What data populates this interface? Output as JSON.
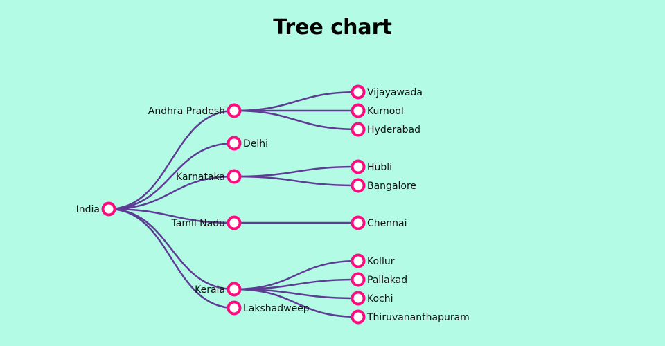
{
  "title": "Tree chart",
  "colors": {
    "background": "#b3fbe4",
    "link": "#5e3b94",
    "node_stroke": "#ff0a7f",
    "node_fill": "#ffffff"
  },
  "chart_data": {
    "type": "tree",
    "title": "Tree chart",
    "root": {
      "name": "India",
      "children": [
        {
          "name": "Andhra Pradesh",
          "children": [
            {
              "name": "Vijayawada"
            },
            {
              "name": "Kurnool"
            },
            {
              "name": "Hyderabad"
            }
          ]
        },
        {
          "name": "Delhi"
        },
        {
          "name": "Karnataka",
          "children": [
            {
              "name": "Hubli"
            },
            {
              "name": "Bangalore"
            }
          ]
        },
        {
          "name": "Tamil Nadu",
          "children": [
            {
              "name": "Chennai"
            }
          ]
        },
        {
          "name": "Kerala",
          "children": [
            {
              "name": "Kollur"
            },
            {
              "name": "Pallakad"
            },
            {
              "name": "Kochi"
            },
            {
              "name": "Thiruvananthapuram"
            }
          ]
        },
        {
          "name": "Lakshadweep"
        }
      ]
    }
  }
}
